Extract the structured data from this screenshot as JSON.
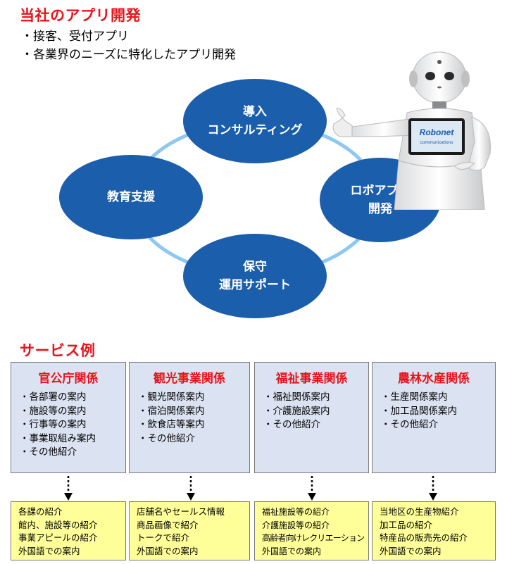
{
  "title": "当社のアプリ開発",
  "intro": [
    "・接客、受付アプリ",
    "・各業界のニーズに特化したアプリ開発"
  ],
  "cycle": {
    "nodes": [
      {
        "id": "intro-consulting",
        "lines": [
          "導入",
          "コンサルティング"
        ]
      },
      {
        "id": "robo-app-dev",
        "lines": [
          "ロボアプリ",
          "開発"
        ]
      },
      {
        "id": "maintenance",
        "lines": [
          "保守",
          "運用サポート"
        ]
      },
      {
        "id": "education",
        "lines": [
          "教育支援"
        ]
      }
    ]
  },
  "robot": {
    "tablet_logo": "Robonet",
    "tablet_sub": "communications"
  },
  "services_title": "サービス例",
  "services": [
    {
      "heading": "官公庁関係",
      "items": [
        "各部署の案内",
        "施設等の案内",
        "行事等の案内",
        "事業取組み案内",
        "その他紹介"
      ],
      "examples": [
        "各課の紹介",
        "館内、施設等の紹介",
        "事業アピールの紹介",
        "外国語での案内"
      ]
    },
    {
      "heading": "観光事業関係",
      "items": [
        "観光関係案内",
        "宿泊関係案内",
        "飲食店等案内",
        "その他紹介"
      ],
      "examples": [
        "店舗名やセールス情報",
        "商品画像で紹介",
        "トークで紹介",
        "外国語での案内"
      ]
    },
    {
      "heading": "福祉事業関係",
      "items": [
        "福祉関係案内",
        "介護施設案内",
        "その他紹介"
      ],
      "examples": [
        "福祉施設等の紹介",
        "介護施設等の紹介",
        "高齢者向けレクリエーション",
        "外国語での案内"
      ]
    },
    {
      "heading": "農林水産関係",
      "items": [
        "生産関係案内",
        "加工品関係案内",
        "その他紹介"
      ],
      "examples": [
        "当地区の生産物紹介",
        "加工品の紹介",
        "特産品の販売先の紹介",
        "外国語での案内"
      ]
    }
  ],
  "colors": {
    "accent_red": "#e8131b",
    "ellipse_blue": "#1b5eab",
    "ring_blue": "#8dc8f0",
    "service_bg": "#dbe3f2",
    "example_bg": "#ffff99"
  }
}
